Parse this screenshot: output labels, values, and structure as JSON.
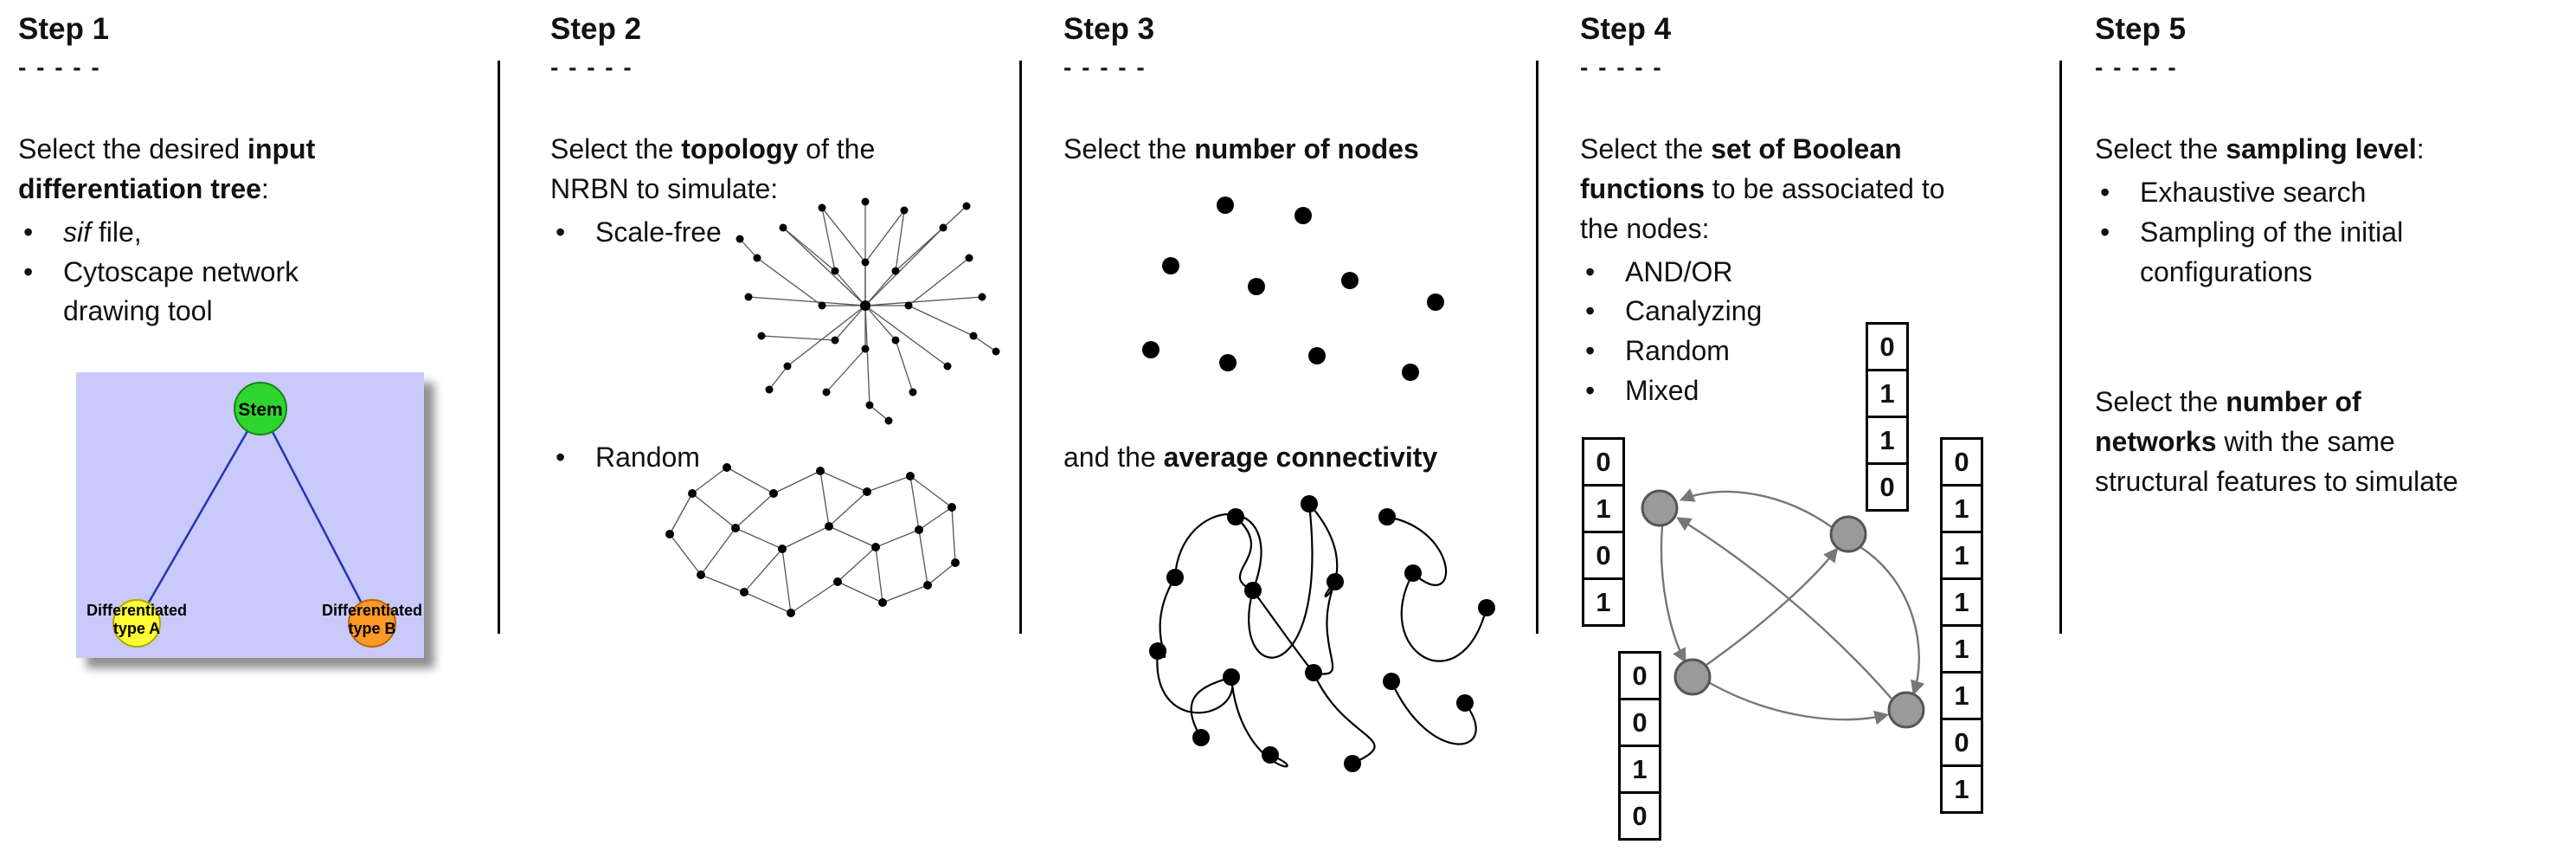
{
  "ui": {
    "bullet": "•"
  },
  "colors": {
    "stem_green": "#2fd52f",
    "type_a_yellow": "#ffff33",
    "type_b_orange": "#ff9925",
    "tree_background": "#c9c9fb",
    "tree_edge_blue": "#2233bb",
    "boolean_node_gray": "#9a9a9a"
  },
  "steps": [
    {
      "label": "Step 1",
      "dashes": "- - - - -",
      "intro": [
        {
          "t": "Select the desired "
        },
        {
          "t": "input",
          "b": true
        },
        {
          "t": "differentiation tree",
          "b": true
        },
        {
          "t": ":"
        }
      ],
      "bullets": [
        [
          {
            "t": "sif",
            "i": true
          },
          {
            "t": " file,"
          }
        ],
        [
          {
            "t": "Cytoscape network"
          },
          {
            "t": "drawing tool"
          }
        ]
      ],
      "tree": {
        "root": "Stem",
        "leaf_a_line1": "Differentiated",
        "leaf_a_line2": "type A",
        "leaf_b_line1": "Differentiated",
        "leaf_b_line2": "type B"
      }
    },
    {
      "label": "Step 2",
      "dashes": "- - - - -",
      "intro": [
        {
          "t": "Select the "
        },
        {
          "t": "topology",
          "b": true
        },
        {
          "t": " of the"
        },
        {
          "t": "NRBN to simulate:"
        }
      ],
      "bullets": [
        [
          {
            "t": "Scale-free"
          }
        ],
        [
          {
            "t": "Random"
          }
        ]
      ]
    },
    {
      "label": "Step 3",
      "dashes": "- - - - -",
      "intro": [
        {
          "t": "Select the "
        },
        {
          "t": "number of nodes",
          "b": true
        }
      ],
      "para2": [
        {
          "t": "and the "
        },
        {
          "t": "average connectivity",
          "b": true
        }
      ]
    },
    {
      "label": "Step 4",
      "dashes": "- - - - -",
      "intro": [
        {
          "t": "Select the "
        },
        {
          "t": "set of Boolean",
          "b": true
        },
        {
          "t": "functions",
          "b": true
        },
        {
          "t": " to be associated to"
        },
        {
          "t": "the nodes:"
        }
      ],
      "bullets": [
        [
          {
            "t": "AND/OR"
          }
        ],
        [
          {
            "t": "Canalyzing"
          }
        ],
        [
          {
            "t": "Random"
          }
        ],
        [
          {
            "t": "Mixed"
          }
        ]
      ],
      "tables": {
        "left": [
          "0",
          "1",
          "0",
          "1"
        ],
        "top": [
          "0",
          "1",
          "1",
          "0"
        ],
        "right": [
          "0",
          "1",
          "1",
          "1",
          "1",
          "1",
          "0",
          "1"
        ],
        "bottom": [
          "0",
          "0",
          "1",
          "0"
        ]
      }
    },
    {
      "label": "Step 5",
      "dashes": "- - - - -",
      "intro": [
        {
          "t": "Select the "
        },
        {
          "t": "sampling level",
          "b": true
        },
        {
          "t": ":"
        }
      ],
      "bullets": [
        [
          {
            "t": "Exhaustive search"
          }
        ],
        [
          {
            "t": "Sampling of the initial"
          },
          {
            "t": "configurations"
          }
        ]
      ],
      "para2": [
        {
          "t": "Select the "
        },
        {
          "t": "number of",
          "b": true
        },
        {
          "t": "networks",
          "b": true
        },
        {
          "t": " with the same"
        },
        {
          "t": "structural features to simulate"
        }
      ]
    }
  ]
}
